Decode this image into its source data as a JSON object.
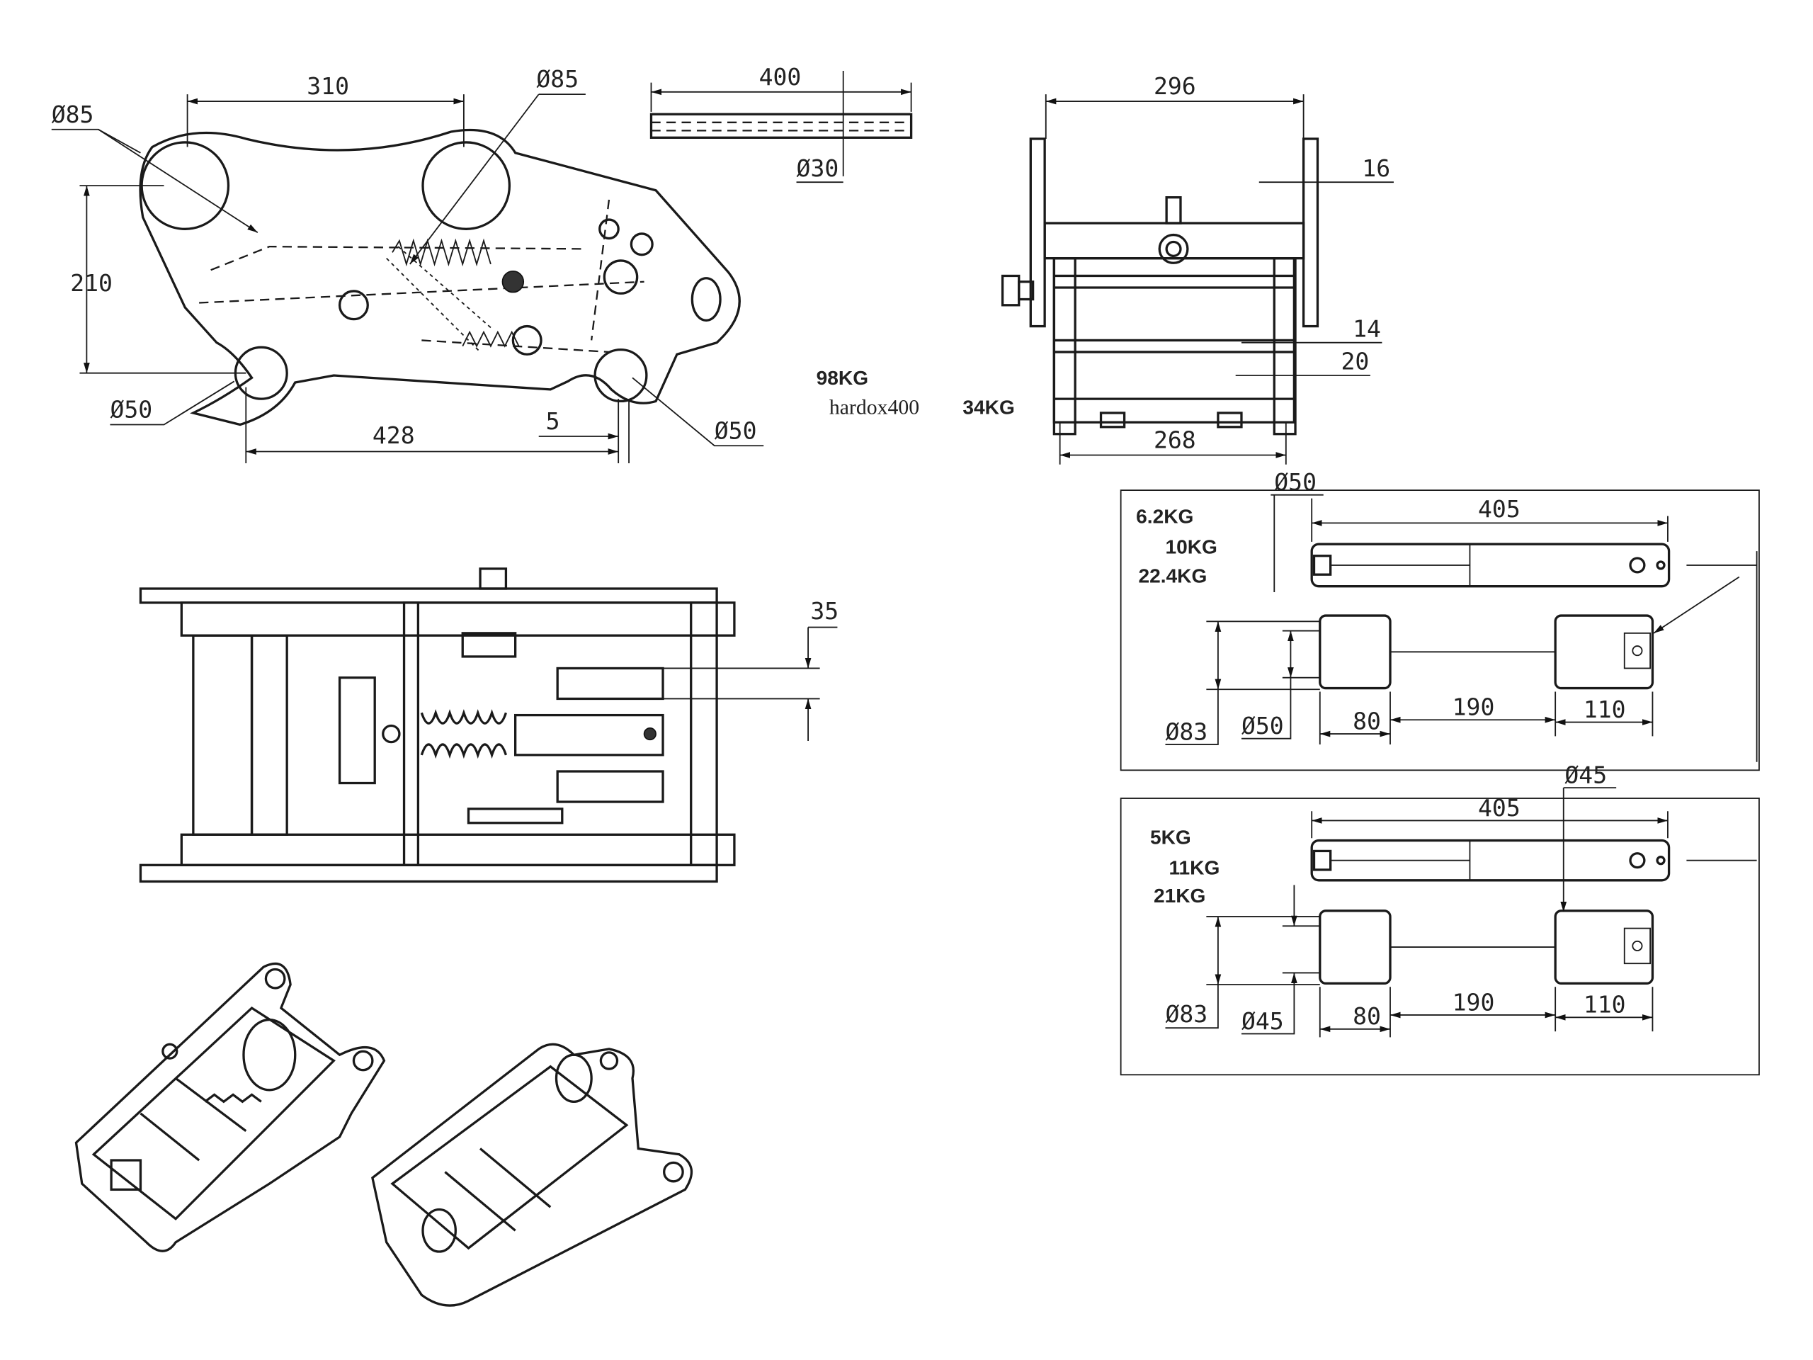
{
  "side_view": {
    "dim_width": "310",
    "dim_hole_left": "Ø85",
    "dim_hole_right": "Ø85",
    "dim_height": "210",
    "dim_hook_left": "Ø50",
    "dim_length": "428",
    "dim_gap": "5",
    "dim_hook_right": "Ø50"
  },
  "pin_view": {
    "dim_length": "400",
    "dim_diameter": "Ø30"
  },
  "front_view": {
    "dim_width": "296",
    "dim_plate": "16",
    "dim_14": "14",
    "dim_20": "20",
    "dim_inner": "268"
  },
  "weights": {
    "main": "98KG",
    "material": "hardox400",
    "material_weight": "34KG"
  },
  "top_view": {
    "dim_35": "35"
  },
  "pin_set_1": {
    "dim_pin": "Ø50",
    "dim_length": "405",
    "weight_1": "6.2KG",
    "weight_2": "10KG",
    "weight_3": "22.4KG",
    "dim_outer": "Ø83",
    "dim_inner": "Ø50",
    "dim_80": "80",
    "dim_190": "190",
    "dim_110": "110"
  },
  "pin_set_2": {
    "dim_pin": "Ø45",
    "dim_length": "405",
    "weight_1": "5KG",
    "weight_2": "11KG",
    "weight_3": "21KG",
    "dim_outer": "Ø83",
    "dim_inner": "Ø45",
    "dim_80": "80",
    "dim_190": "190",
    "dim_110": "110"
  }
}
